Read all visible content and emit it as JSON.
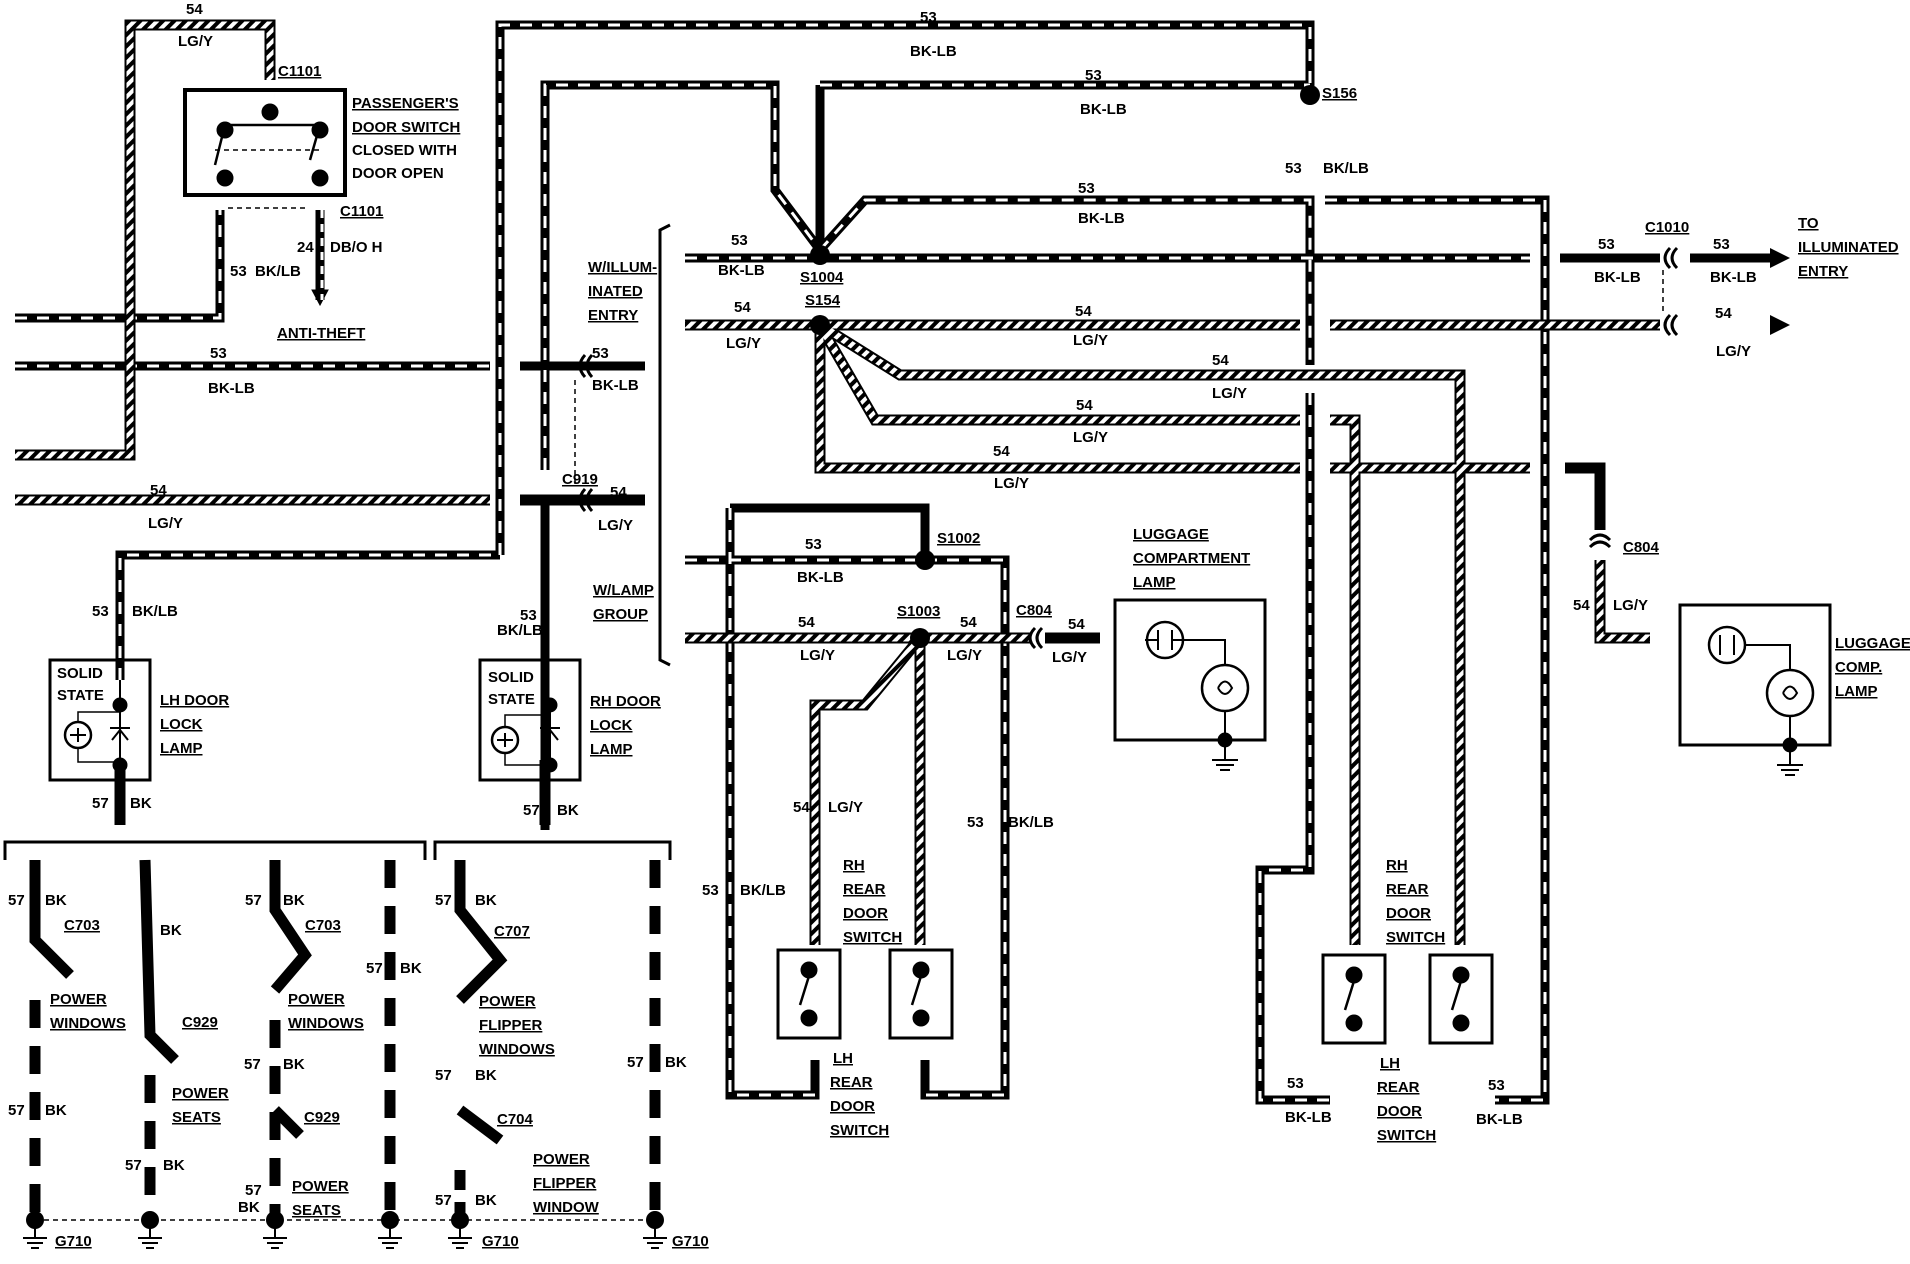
{
  "colors": {
    "ink": "#000000",
    "paper": "#ffffff"
  },
  "wires": {
    "c53": "53",
    "c54": "54",
    "c24": "24",
    "c57": "57",
    "bk_lb_dash": "BK-LB",
    "bk_lb_slash": "BK/LB",
    "lg_y": "LG/Y",
    "bk": "BK",
    "db_oh": "DB/O H"
  },
  "connectors": {
    "c1101": "C1101",
    "c919": "C919",
    "c1010": "C1010",
    "c804": "C804",
    "c703": "C703",
    "c929": "C929",
    "c707": "C707",
    "c704": "C704"
  },
  "splices": {
    "s156": "S156",
    "s1004": "S1004",
    "s154": "S154",
    "s1002": "S1002",
    "s1003": "S1003"
  },
  "grounds": {
    "g710": "G710"
  },
  "labels": {
    "passenger_switch": [
      "PASSENGER'S",
      "DOOR SWITCH",
      "CLOSED WITH",
      "DOOR OPEN"
    ],
    "anti_theft": "ANTI-THEFT",
    "illum_entry_opt": [
      "W/ILLUM-",
      "INATED",
      "ENTRY"
    ],
    "lamp_group_opt": [
      "W/LAMP",
      "GROUP"
    ],
    "to_illum_entry": [
      "TO",
      "ILLUMINATED",
      "ENTRY"
    ],
    "luggage_compartment_lamp": [
      "LUGGAGE",
      "COMPARTMENT",
      "LAMP"
    ],
    "luggage_comp_lamp": [
      "LUGGAGE",
      "COMP.",
      "LAMP"
    ],
    "solid_state": [
      "SOLID",
      "STATE"
    ],
    "lh_door_lock_lamp": [
      "LH DOOR",
      "LOCK",
      "LAMP"
    ],
    "rh_door_lock_lamp": [
      "RH DOOR",
      "LOCK",
      "LAMP"
    ],
    "rh_rear_door_switch": [
      "RH",
      "REAR",
      "DOOR",
      "SWITCH"
    ],
    "lh_rear_door_switch": [
      "LH",
      "REAR",
      "DOOR",
      "SWITCH"
    ],
    "power_windows": [
      "POWER",
      "WINDOWS"
    ],
    "power_seats": [
      "POWER",
      "SEATS"
    ],
    "power_flipper_windows": [
      "POWER",
      "FLIPPER",
      "WINDOWS"
    ],
    "power_flipper_window": [
      "POWER",
      "FLIPPER",
      "WINDOW"
    ]
  }
}
